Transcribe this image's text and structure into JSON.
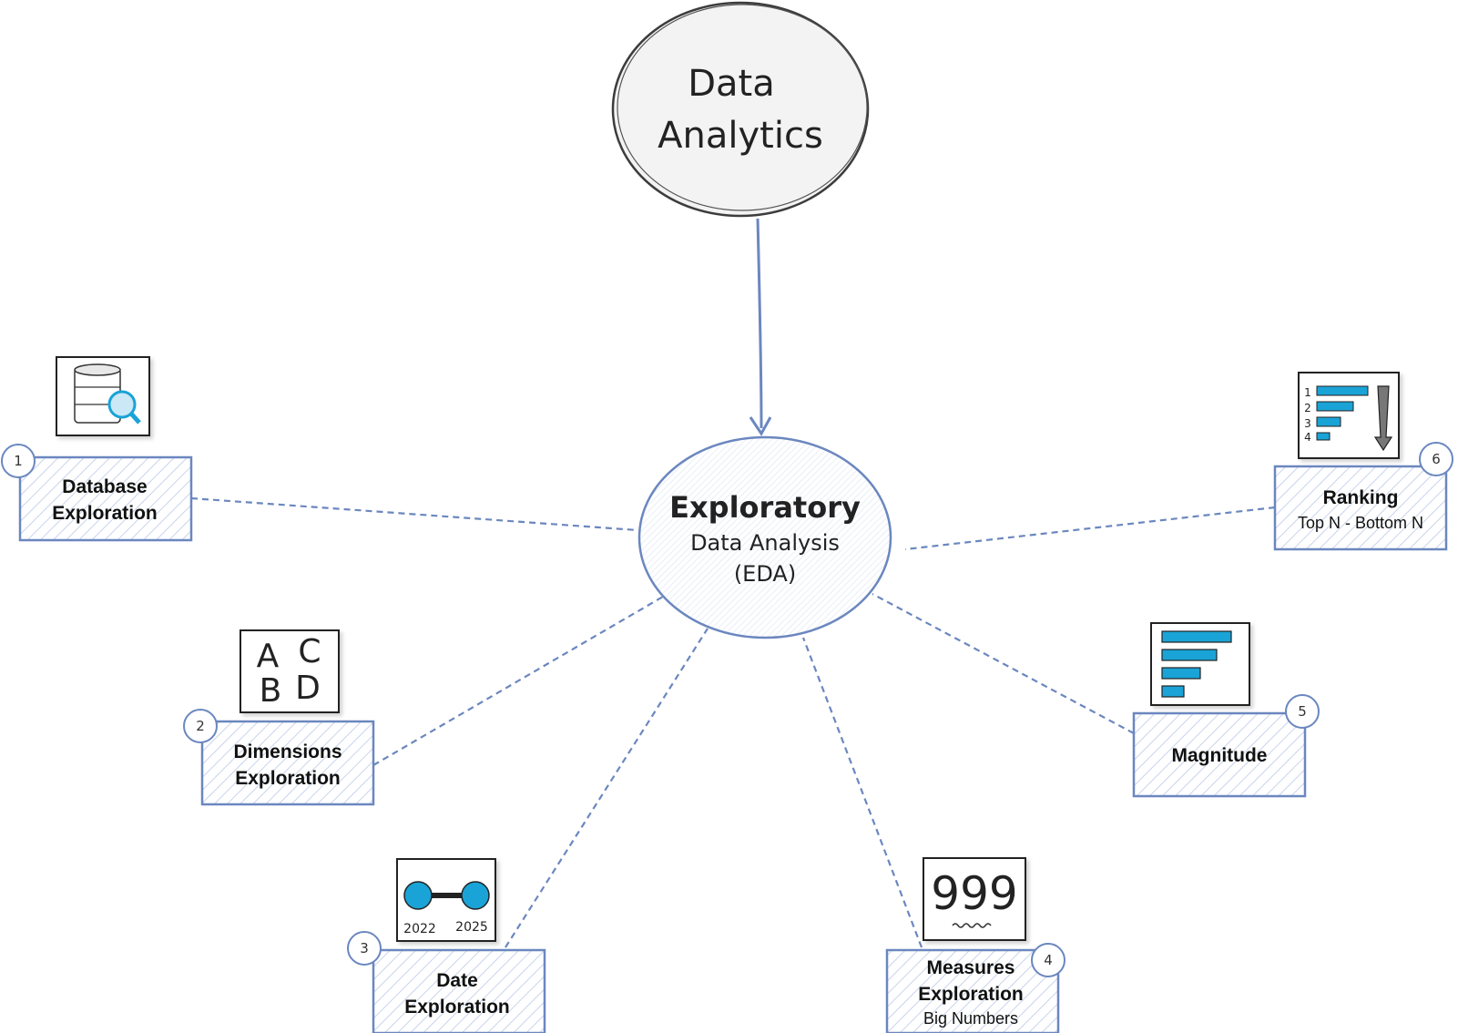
{
  "root": {
    "line1": "Data",
    "line2": "Analytics"
  },
  "center": {
    "title": "Exploratory",
    "line2": "Data Analysis",
    "line3": "(EDA)"
  },
  "colors": {
    "accent": "#6b87bf",
    "icon_fill": "#1aa3d6",
    "stroke": "#444444"
  },
  "nodes": [
    {
      "number": "1",
      "title1": "Database",
      "title2": "Exploration",
      "sub": "",
      "icon": "database-search-icon"
    },
    {
      "number": "2",
      "title1": "Dimensions",
      "title2": "Exploration",
      "sub": "",
      "icon": "letters-abcd-icon",
      "icon_text": [
        "A",
        "C",
        "B",
        "D"
      ]
    },
    {
      "number": "3",
      "title1": "Date",
      "title2": "Exploration",
      "sub": "",
      "icon": "date-range-icon",
      "icon_text": [
        "2022",
        "2025"
      ]
    },
    {
      "number": "4",
      "title1": "Measures",
      "title2": "Exploration",
      "sub": "Big Numbers",
      "icon": "big-number-icon",
      "icon_text": [
        "999"
      ]
    },
    {
      "number": "5",
      "title1": "Magnitude",
      "title2": "",
      "sub": "",
      "icon": "bar-chart-icon"
    },
    {
      "number": "6",
      "title1": "Ranking",
      "title2": "",
      "sub": "Top N - Bottom N",
      "icon": "ranking-icon",
      "icon_text": [
        "1",
        "2",
        "3",
        "4"
      ]
    }
  ]
}
